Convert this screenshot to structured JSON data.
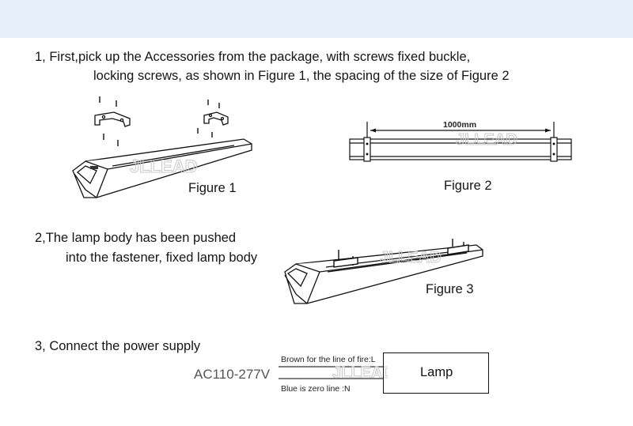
{
  "step1": {
    "line1": "1, First,pick up the Accessories from the package, with screws fixed buckle,",
    "line2": "locking screws, as shown in Figure 1, the spacing of the size of Figure 2",
    "figure1_caption": "Figure 1",
    "figure2_caption": "Figure 2",
    "figure2_dimension": "1000mm"
  },
  "step2": {
    "line1": "2,The lamp body has been pushed",
    "line2": "into the fastener, fixed lamp body",
    "figure3_caption": "Figure 3"
  },
  "step3": {
    "line1": "3, Connect the power supply",
    "voltage": "AC110-277V",
    "brown_wire": "Brown for the line of fire:L",
    "blue_wire": "Blue is zero line :N",
    "lamp": "Lamp"
  },
  "watermark": "JLLEAD"
}
